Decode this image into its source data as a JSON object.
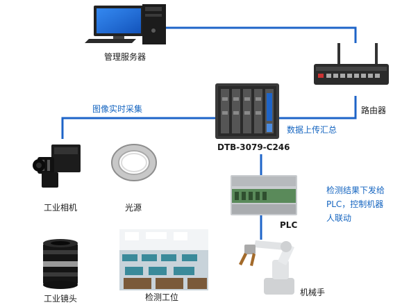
{
  "colors": {
    "link_line": "#1e64c8",
    "note_text": "#1565c0",
    "label_text": "#1a1a1a"
  },
  "nodes": {
    "server": {
      "label": "管理服务器",
      "icon": "server-pc-icon"
    },
    "router": {
      "label": "路由器",
      "icon": "router-icon"
    },
    "ipc": {
      "label": "DTB-3079-C246",
      "icon": "industrial-pc-icon"
    },
    "camera": {
      "label": "工业相机",
      "icon": "industrial-camera-icon"
    },
    "light": {
      "label": "光源",
      "icon": "ring-light-icon"
    },
    "lens": {
      "label": "工业镜头",
      "icon": "industrial-lens-icon"
    },
    "workstation": {
      "label": "检测工位",
      "icon": "workshop-photo"
    },
    "plc": {
      "label": "PLC",
      "icon": "plc-icon"
    },
    "robot": {
      "label": "机械手",
      "icon": "robot-arm-icon"
    }
  },
  "annotations": {
    "image_capture": "图像实时采集",
    "data_upload": "数据上传汇总",
    "plc_note": [
      "检测结果下发给",
      "PLC，控制机器",
      "人联动"
    ]
  }
}
